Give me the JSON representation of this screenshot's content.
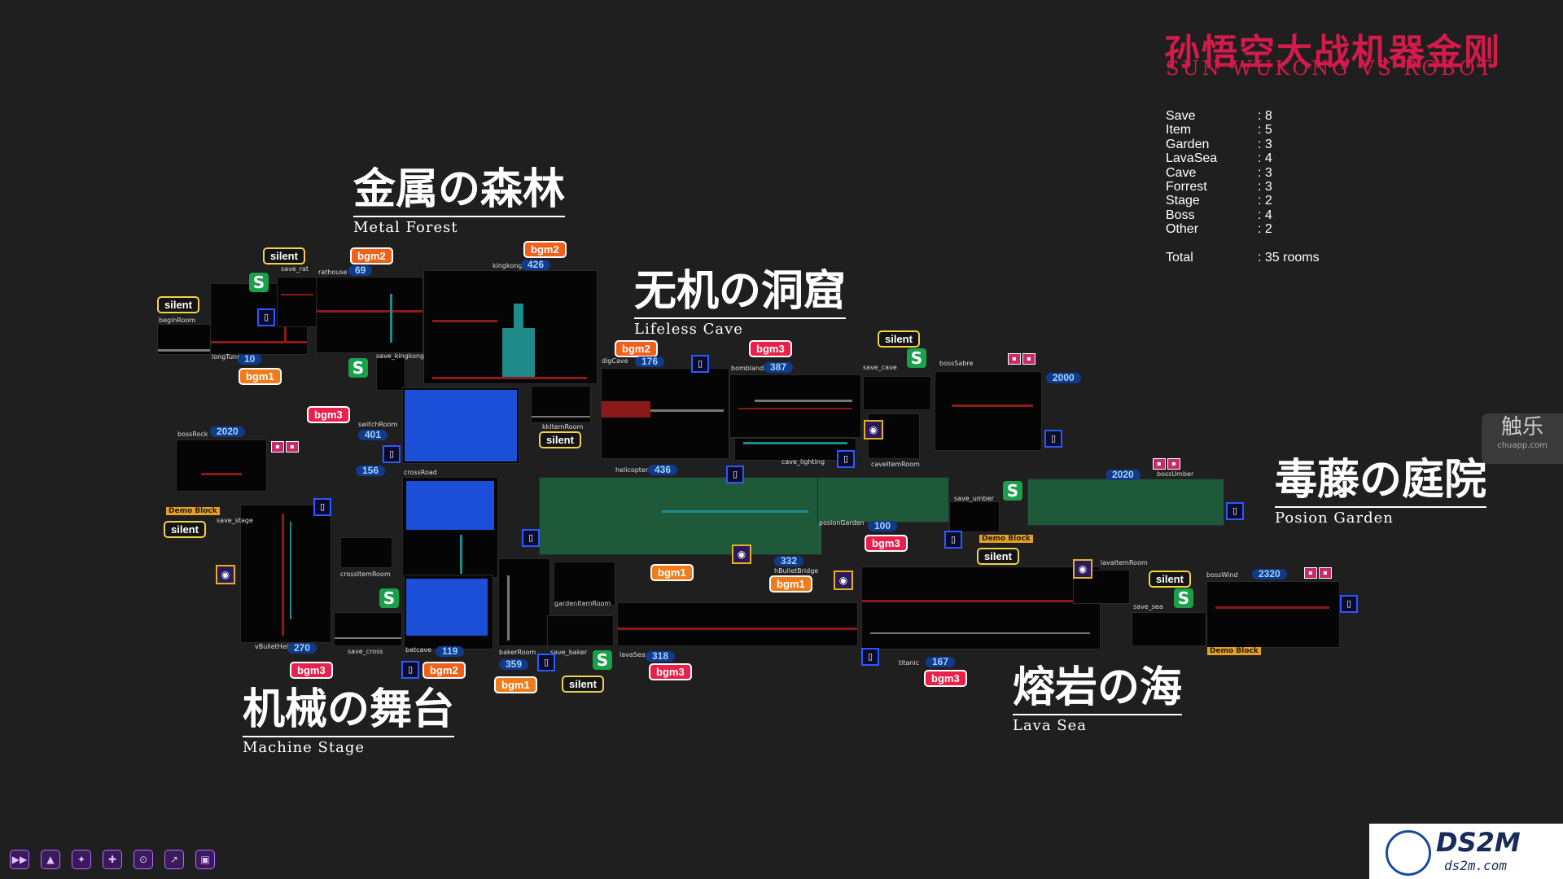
{
  "title": {
    "cn": "孙悟空大战机器金刚",
    "en": "SUN WUKONG VS ROBOT"
  },
  "stats": [
    {
      "label": "Save",
      "value": ": 8"
    },
    {
      "label": "Item",
      "value": ": 5"
    },
    {
      "label": "Garden",
      "value": ": 3"
    },
    {
      "label": "LavaSea",
      "value": ": 4"
    },
    {
      "label": "Cave",
      "value": ": 3"
    },
    {
      "label": "Forrest",
      "value": ": 3"
    },
    {
      "label": "Stage",
      "value": ": 2"
    },
    {
      "label": "Boss",
      "value": ": 4"
    },
    {
      "label": "Other",
      "value": ": 2"
    }
  ],
  "total": {
    "label": "Total",
    "value": ": 35 rooms"
  },
  "regions": {
    "metal_forest": {
      "cn": "金属の森林",
      "en": "Metal Forest"
    },
    "lifeless_cave": {
      "cn": "无机の洞窟",
      "en": "Lifeless Cave"
    },
    "posion_garden": {
      "cn": "毒藤の庭院",
      "en": "Posion Garden"
    },
    "machine_stage": {
      "cn": "机械の舞台",
      "en": "Machine Stage"
    },
    "lava_sea": {
      "cn": "熔岩の海",
      "en": "Lava Sea"
    }
  },
  "rooms": {
    "beginRoom": "beginRoom",
    "save_rat": "save_rat",
    "rathouse": "rathouse",
    "kingkong": "kingkong",
    "longTunnel": "longTunnel",
    "save_kingkong": "save_kingkong",
    "kkItemRoom": "kkItemRoom",
    "switchRoom": "switchRoom",
    "bossRock": "bossRock",
    "save_stage": "save_stage",
    "crossRoad": "crossRoad",
    "crossItemRoom": "crossItemRoom",
    "vBulletHell": "vBulletHell",
    "save_cross": "save_cross",
    "batcave": "batcave",
    "bakerRoom": "bakerRoom",
    "save_baker": "save_baker",
    "gardenItemRoom": "gardenItemRoom",
    "lavaSea": "lavaSea",
    "digCave": "digCave",
    "helicopter": "helicopter",
    "bombland": "bombland",
    "cave_lighting": "cave_lighting",
    "save_cave": "save_cave",
    "caveItemRoom": "caveItemRoom",
    "bossSabre": "bossSabre",
    "posionGarden": "posionGarden",
    "save_umber": "save_umber",
    "bossUmber": "bossUmber",
    "hBulletBridge": "hBulletBridge",
    "lavaItemRoom": "lavaItemRoom",
    "save_sea": "save_sea",
    "bossWind": "bossWind",
    "titanic": "titanic"
  },
  "badges": {
    "silent": "silent",
    "bgm1": "bgm1",
    "bgm2": "bgm2",
    "bgm3": "bgm3",
    "demo": "Demo Block"
  },
  "numbers": {
    "n69": "69",
    "n426": "426",
    "n10": "10",
    "n401": "401",
    "n156": "156",
    "n2020a": "2020",
    "n270": "270",
    "n119": "119",
    "n359": "359",
    "n318": "318",
    "n176": "176",
    "n387": "387",
    "n436": "436",
    "n2000": "2000",
    "n100": "100",
    "n332": "332",
    "n2020b": "2020",
    "n167": "167",
    "n2320": "2320"
  },
  "watermarks": {
    "chuapp_cn": "触乐",
    "chuapp_url": "chuapp.com",
    "ds2m": "DS2M",
    "ds2m_url": "ds2m.com"
  },
  "toolbar": [
    "▶▶",
    "▲",
    "✦",
    "✚",
    "⊙",
    "↗",
    "▣"
  ]
}
